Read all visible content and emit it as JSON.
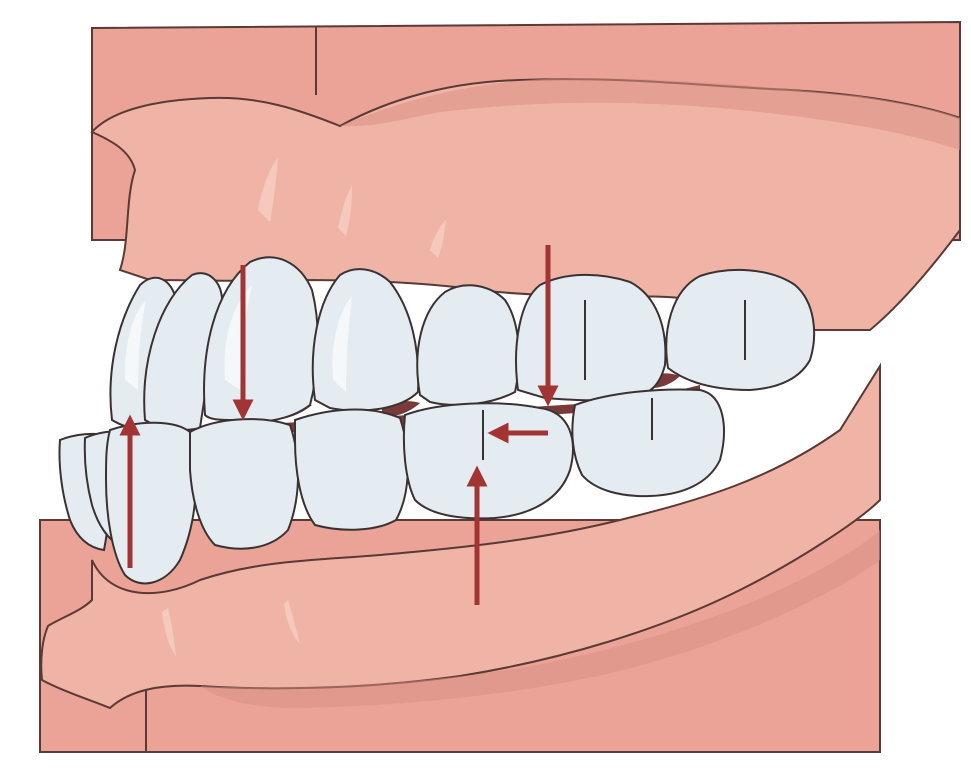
{
  "diagram": {
    "description_text": "",
    "colors": {
      "background": "#ffffff",
      "panel_frame": "#5a3a36",
      "panel_fill": "#eaa396",
      "gum": "#f0b4a7",
      "gum_light": "#f6c9be",
      "gum_shadow": "#d98f83",
      "tooth": "#e4ecf2",
      "tooth_highlight": "#f6fafc",
      "tooth_outline": "#3a3232",
      "interproximal": "#7a3a3a",
      "arrow": "#a33434"
    },
    "arrows": [
      {
        "name": "upper-incisor-down-arrow",
        "direction": "down"
      },
      {
        "name": "upper-molar-down-arrow",
        "direction": "down"
      },
      {
        "name": "lower-incisor-up-arrow",
        "direction": "up"
      },
      {
        "name": "lower-molar-up-arrow",
        "direction": "up"
      },
      {
        "name": "mesial-drift-arrow",
        "direction": "left"
      }
    ]
  }
}
